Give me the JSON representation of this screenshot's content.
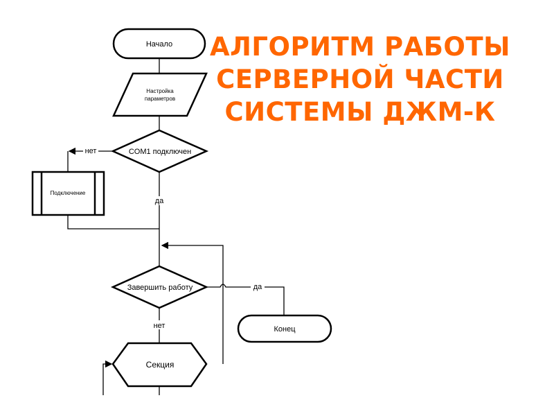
{
  "title": {
    "lines": [
      "АЛГОРИТМ РАБОТЫ",
      "СЕРВЕРНОЙ ЧАСТИ",
      "СИСТЕМЫ ДЖМ-К"
    ],
    "color": "#ff6600"
  },
  "flowchart": {
    "start": "Начало",
    "setup": [
      "Настройка",
      "параметров"
    ],
    "decision_com": "COM1 подключен",
    "no_label_1": "нет",
    "connect": "Подключение",
    "yes_label_1": "да",
    "decision_finish": "Завершить работу",
    "yes_label_2": "да",
    "end": "Конец",
    "no_label_2": "нет",
    "section": "Секция"
  }
}
